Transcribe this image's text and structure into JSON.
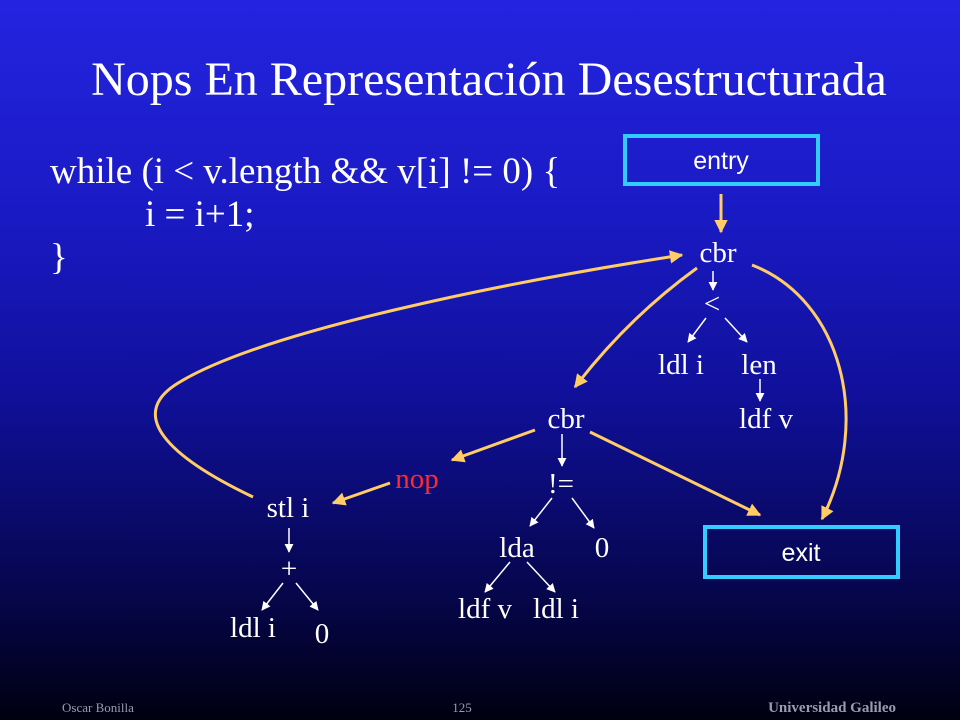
{
  "slide": {
    "title": "Nops En Representación Desestructurada",
    "code": [
      "while (i < v.length && v[i] != 0) {",
      "i = i+1;",
      "}"
    ],
    "footer": {
      "author": "Oscar Bonilla",
      "page": "125",
      "institution": "Universidad Galileo"
    }
  },
  "diagram": {
    "entry": "entry",
    "exit": "exit",
    "nodes": {
      "cbr_top": "cbr",
      "less_than": "<",
      "ldl_i_top": "ldl i",
      "len": "len",
      "ldf_v_top": "ldf v",
      "cbr_mid": "cbr",
      "not_equal": "!=",
      "nop": "nop",
      "stl_i": "stl i",
      "plus": "+",
      "ldl_i_left": "ldl i",
      "zero_left": "0",
      "lda": "lda",
      "zero_mid": "0",
      "ldf_v_bottom": "ldf v",
      "ldl_i_bottom": "ldl i"
    }
  },
  "colors": {
    "flow_edge": "#ffcc66",
    "box_border": "#33ccff",
    "nop_text": "#ff2a2a"
  }
}
